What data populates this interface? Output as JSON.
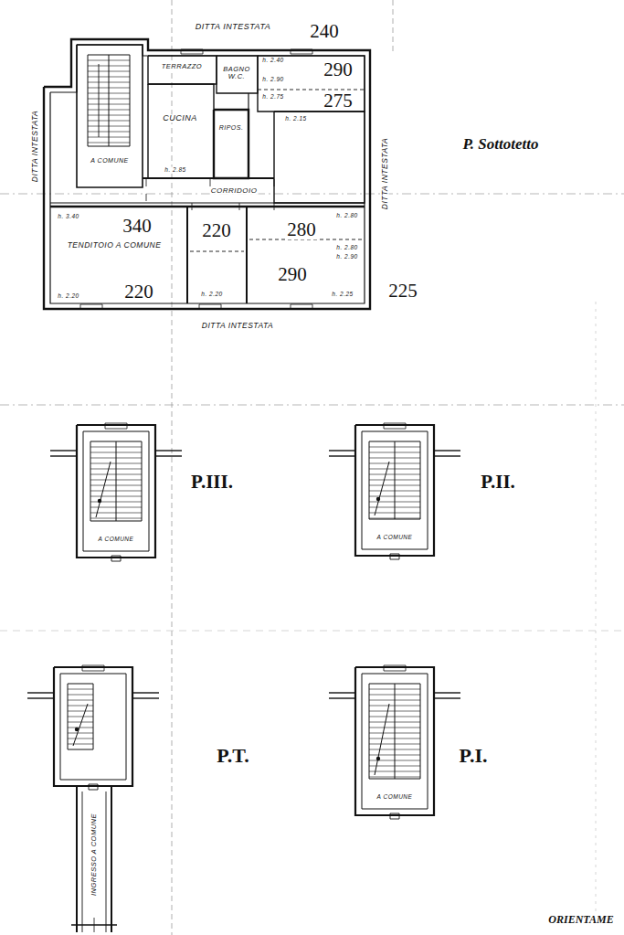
{
  "diagram": {
    "labels": [
      "DITTA INTESTATA",
      "240",
      "TERRAZZO",
      "BAGNO W.C.",
      "h. 2.40",
      "290",
      "h. 2.90",
      "h. 2.75",
      "275",
      "CUCINA",
      "RIPOS.",
      "h. 2.15",
      "A COMUNE",
      "h. 2.85",
      "DITTA INTESTATA",
      "DITTA INTESTATA",
      "CORRIDOIO",
      "h. 3.40",
      "340",
      "TENDITOIO A COMUNE",
      "h. 2.80",
      "280",
      "h. 2.80",
      "h. 2.90",
      "290",
      "h. 2.20",
      "220",
      "220",
      "h. 2.20",
      "h. 2.25",
      "225",
      "DITTA INTESTATA",
      "P. Sottotetto",
      "P.III.",
      "A COMUNE",
      "P.II.",
      "A COMUNE",
      "P.T.",
      "INGRESSO A COMUNE",
      "P.I.",
      "A COMUNE",
      "ORIENTAME"
    ]
  }
}
